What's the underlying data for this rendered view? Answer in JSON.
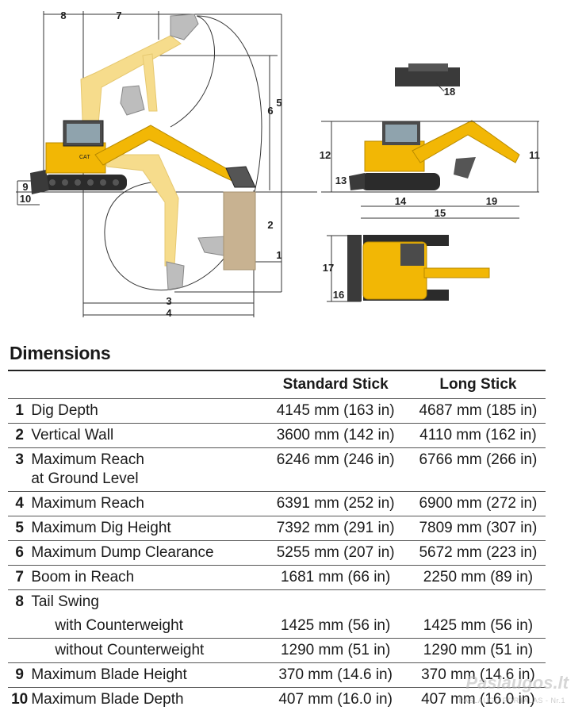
{
  "diagram": {
    "labels": [
      "1",
      "2",
      "3",
      "4",
      "5",
      "6",
      "7",
      "8",
      "9",
      "10",
      "11",
      "12",
      "13",
      "14",
      "15",
      "16",
      "17",
      "18",
      "19"
    ]
  },
  "title": "Dimensions",
  "columns": {
    "standard": "Standard Stick",
    "long": "Long Stick"
  },
  "rows": [
    {
      "num": "1",
      "label": "Dig Depth",
      "standard": "4145 mm (163 in)",
      "long": "4687 mm (185 in)"
    },
    {
      "num": "2",
      "label": "Vertical Wall",
      "standard": "3600 mm (142 in)",
      "long": "4110 mm (162 in)"
    },
    {
      "num": "3",
      "label": "Maximum Reach",
      "label2": "at Ground Level",
      "standard": "6246 mm (246 in)",
      "long": "6766 mm (266 in)"
    },
    {
      "num": "4",
      "label": "Maximum Reach",
      "standard": "6391 mm (252 in)",
      "long": "6900 mm (272 in)"
    },
    {
      "num": "5",
      "label": "Maximum Dig Height",
      "standard": "7392 mm (291 in)",
      "long": "7809 mm (307 in)"
    },
    {
      "num": "6",
      "label": "Maximum Dump Clearance",
      "standard": "5255 mm (207 in)",
      "long": "5672 mm (223 in)"
    },
    {
      "num": "7",
      "label": "Boom in Reach",
      "standard": "1681 mm (66 in)",
      "long": "2250 mm (89 in)"
    },
    {
      "num": "8",
      "label": "Tail Swing",
      "sub": [
        {
          "label": "with Counterweight",
          "standard": "1425 mm (56 in)",
          "long": "1425 mm (56 in)"
        },
        {
          "label": "without Counterweight",
          "standard": "1290 mm (51 in)",
          "long": "1290 mm (51 in)"
        }
      ]
    },
    {
      "num": "9",
      "label": "Maximum Blade Height",
      "standard": "370 mm (14.6 in)",
      "long": "370 mm (14.6 in)"
    },
    {
      "num": "10",
      "label": "Maximum Blade Depth",
      "standard": "407 mm (16.0 in)",
      "long": "407 mm (16.0 in)"
    }
  ],
  "watermark": {
    "line1": "Paslaugos.lt",
    "line2": "PASLAUGŲ PORTALAS - Nr.1"
  },
  "colors": {
    "machine_yellow": "#F2B705",
    "faded_yellow": "#F6DC8C",
    "track": "#2b2b2b"
  }
}
